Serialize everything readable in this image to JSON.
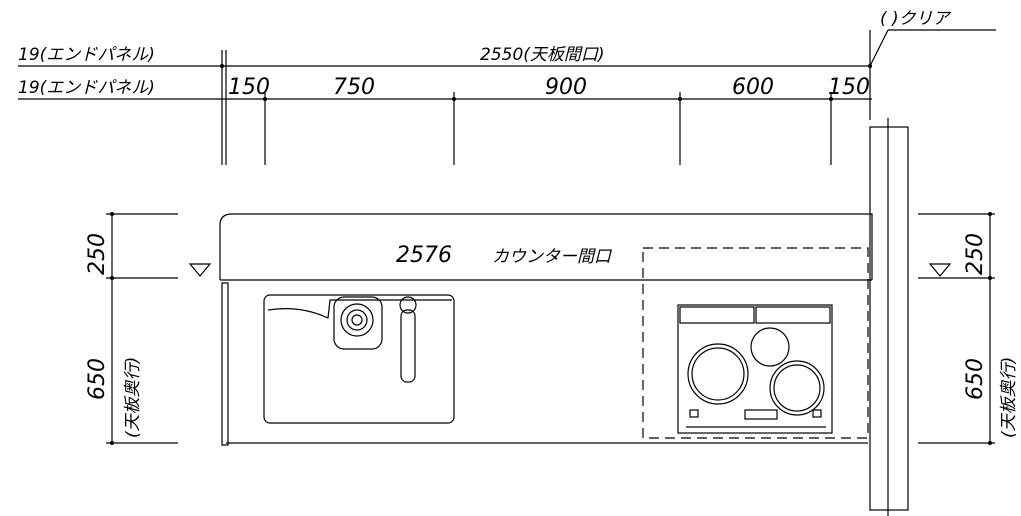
{
  "labels": {
    "clear_label": "( )クリア",
    "end_panel_top": "19(エンドパネル)",
    "end_panel_bottom": "19(エンドパネル)",
    "top_opening": "2550(天板間口)",
    "counter_opening_value": "2576",
    "counter_opening_label": "カウンター間口",
    "depth_back_left": "250",
    "depth_front_left": "650",
    "depth_caption_left": "(天板奥行)",
    "depth_back_right": "250",
    "depth_front_right": "650",
    "depth_caption_right": "(天板奥行)"
  },
  "segments": [
    "150",
    "750",
    "900",
    "600",
    "150"
  ]
}
